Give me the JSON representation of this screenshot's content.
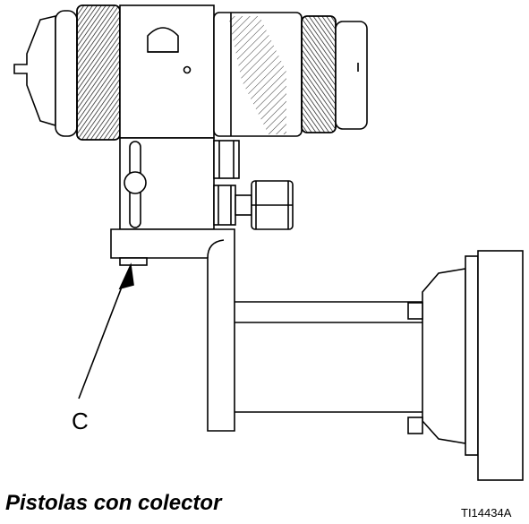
{
  "figure": {
    "callout_label": "C",
    "caption": "Pistolas con colector",
    "figure_id": "TI14434A"
  }
}
